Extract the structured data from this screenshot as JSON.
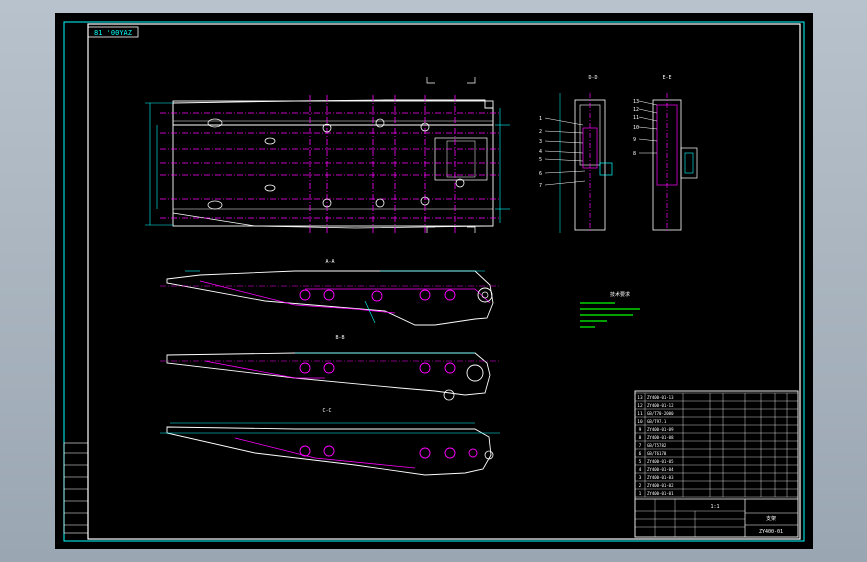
{
  "drawing": {
    "stamp": "81 '00YAZ",
    "sections": {
      "aa": "A-A",
      "bb": "B-B",
      "cc": "C-C",
      "dd": "D-D",
      "ee": "E-E"
    },
    "notes_title": "技术要求",
    "dd_callouts": [
      "1",
      "2",
      "3",
      "4",
      "5",
      "6",
      "7"
    ],
    "ee_callouts": [
      "13",
      "12",
      "11",
      "10",
      "9",
      "8"
    ]
  },
  "title_block": {
    "drawing_no": "ZY400-01",
    "scale": "1:1",
    "name": "支架",
    "rows": [
      {
        "no": "13",
        "code": "ZY400-01-13"
      },
      {
        "no": "12",
        "code": "ZY400-01-12"
      },
      {
        "no": "11",
        "code": "GB/T70-2000"
      },
      {
        "no": "10",
        "code": "GB/T97.1"
      },
      {
        "no": "9",
        "code": "ZY400-01-09"
      },
      {
        "no": "8",
        "code": "ZY400-01-08"
      },
      {
        "no": "7",
        "code": "GB/T5782"
      },
      {
        "no": "6",
        "code": "GB/T6170"
      },
      {
        "no": "5",
        "code": "ZY400-01-05"
      },
      {
        "no": "4",
        "code": "ZY400-01-04"
      },
      {
        "no": "3",
        "code": "ZY400-01-03"
      },
      {
        "no": "2",
        "code": "ZY400-01-02"
      },
      {
        "no": "1",
        "code": "ZY400-01-01"
      }
    ]
  },
  "colors": {
    "frame": "#ffffff",
    "outline": "#ffffff",
    "centerline": "#ff00ff",
    "dimension": "#00ffff",
    "hidden": "#ffff00",
    "part": "#00ff00"
  }
}
